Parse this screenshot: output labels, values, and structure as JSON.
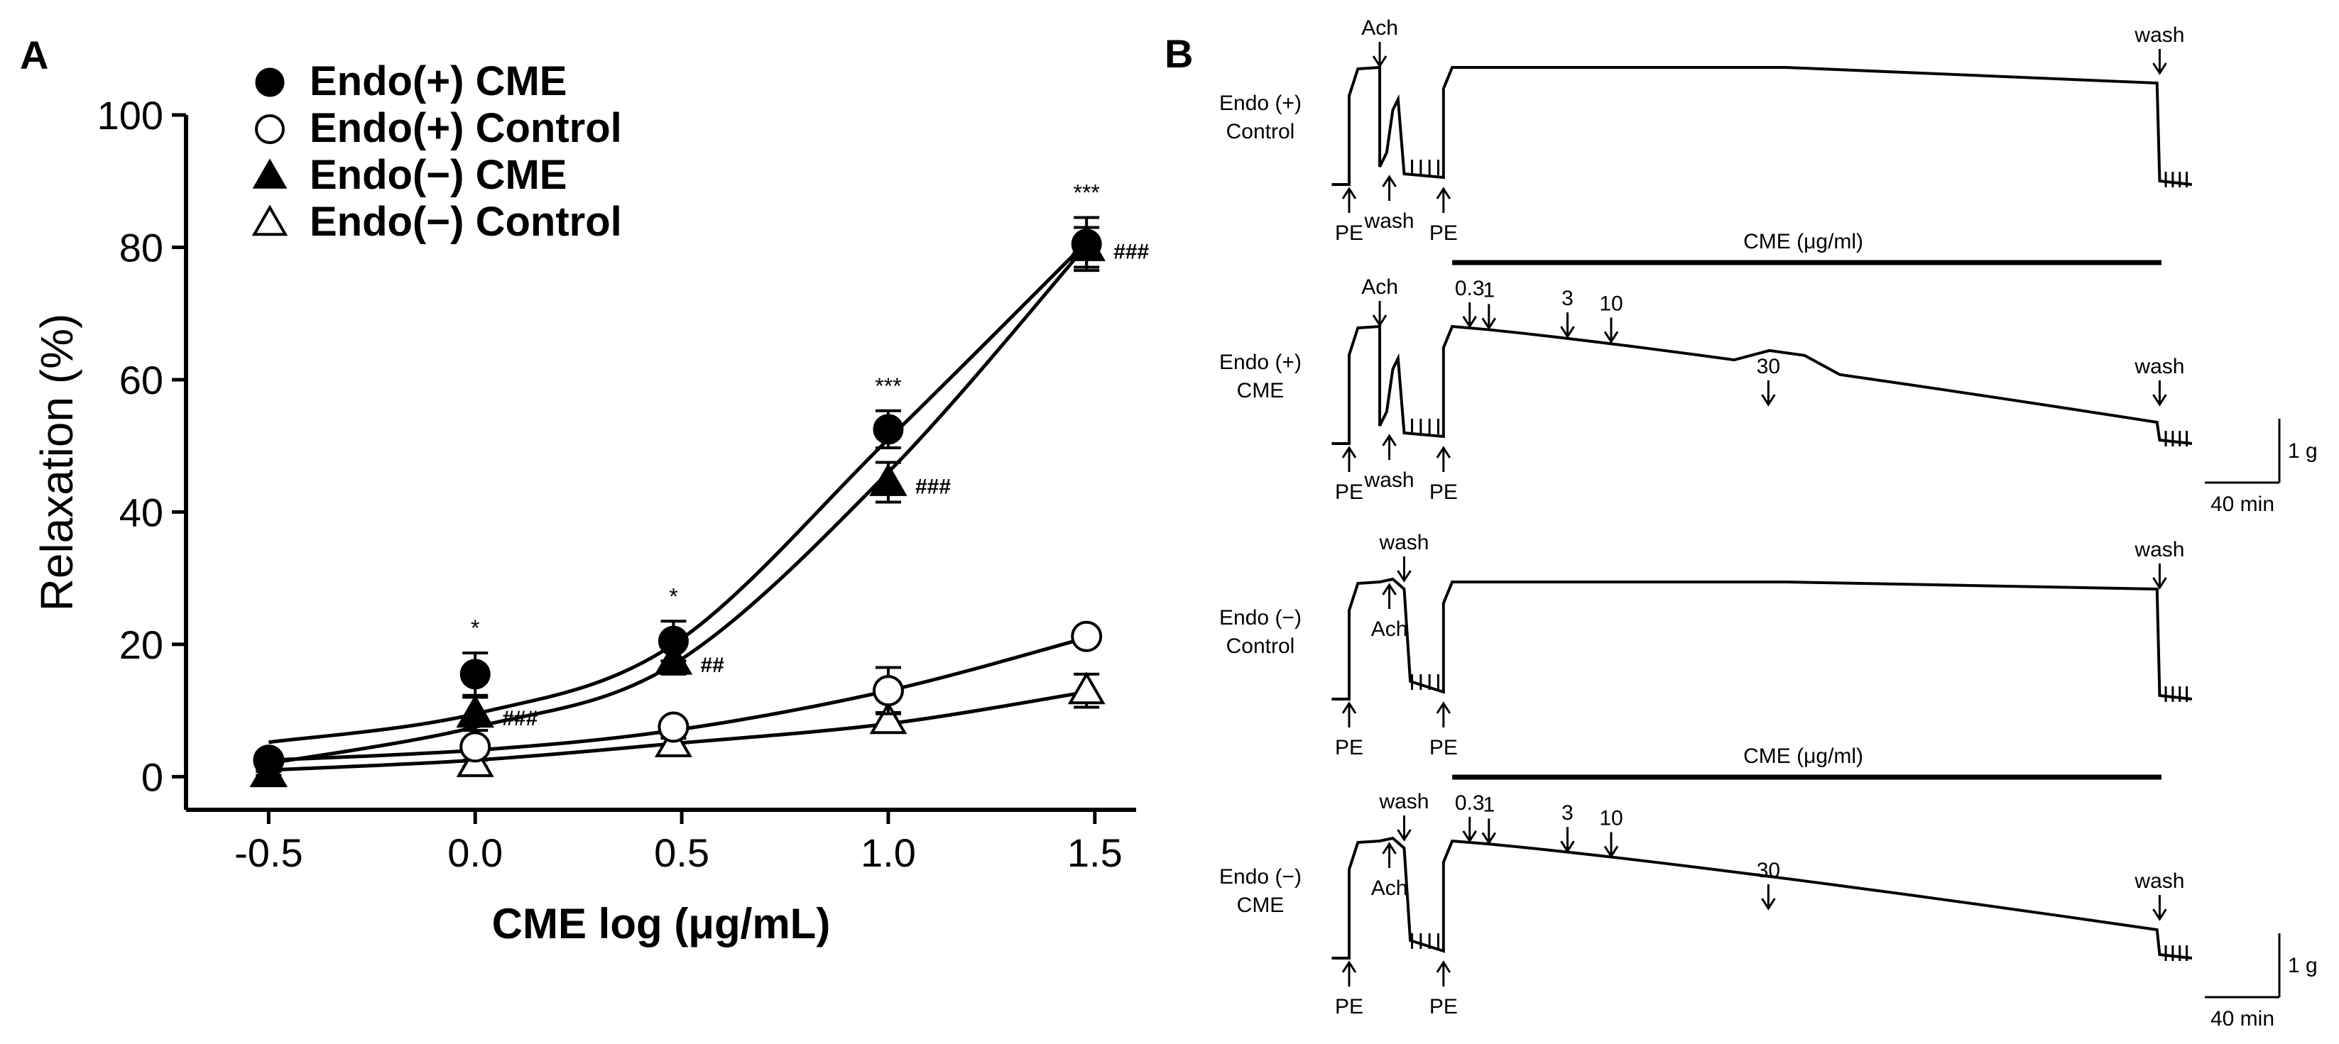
{
  "panels": {
    "a": "A",
    "b": "B"
  },
  "chart_data": {
    "type": "scatter",
    "xlabel": "CME log (μg/mL)",
    "ylabel": "Relaxation (%)",
    "xlim": [
      -0.7,
      1.6
    ],
    "ylim": [
      -5,
      100
    ],
    "xticks": [
      "-0.5",
      "0.0",
      "0.5",
      "1.0",
      "1.5"
    ],
    "yticks": [
      "0",
      "20",
      "40",
      "60",
      "80",
      "100"
    ],
    "legend_position": "top-left",
    "x": [
      -0.5,
      0.0,
      0.48,
      1.0,
      1.48
    ],
    "series": [
      {
        "name": "Endo(+) CME",
        "marker": "filled-circle",
        "values": [
          2.5,
          15.5,
          20.5,
          52.5,
          80.5
        ],
        "errors": [
          1.0,
          3.2,
          3.0,
          2.8,
          4.0
        ],
        "fit": [
          5.2,
          9.5,
          20.0,
          51.0,
          80.8
        ],
        "annotations": [
          "",
          "*",
          "*",
          "***",
          "***"
        ]
      },
      {
        "name": "Endo(+) Control",
        "marker": "open-circle",
        "values": [
          2.5,
          4.5,
          7.5,
          13.0,
          21.2
        ],
        "errors": [
          0.5,
          1.0,
          1.0,
          3.5,
          1.0
        ],
        "fit": [
          2.5,
          4.0,
          7.0,
          13.0,
          21.0
        ],
        "annotations": [
          "",
          "",
          "",
          "",
          ""
        ]
      },
      {
        "name": "Endo(−) CME",
        "marker": "filled-triangle",
        "values": [
          0.5,
          9.5,
          17.5,
          44.5,
          80.0
        ],
        "errors": [
          0.5,
          2.5,
          2.0,
          3.0,
          3.0
        ],
        "fit": [
          2.0,
          7.5,
          17.0,
          46.0,
          80.3
        ],
        "annotations": [
          "",
          "###",
          "##",
          "###",
          "###"
        ]
      },
      {
        "name": "Endo(−) Control",
        "marker": "open-triangle",
        "values": [
          0.5,
          2.0,
          5.0,
          8.5,
          13.0
        ],
        "errors": [
          0.3,
          0.5,
          0.8,
          1.2,
          2.5
        ],
        "fit": [
          1.0,
          2.5,
          5.0,
          8.0,
          12.8
        ],
        "annotations": [
          "",
          "",
          "",
          "",
          ""
        ]
      }
    ]
  },
  "traces": {
    "rows": [
      {
        "label1": "Endo (+)",
        "label2": "Control",
        "top": [
          {
            "text": "Ach",
            "x": 0.035
          },
          {
            "text": "wash",
            "x": 0.928
          }
        ],
        "bottom": [
          {
            "text": "PE",
            "x": 0.0
          },
          {
            "text": "wash",
            "x": 0.046
          },
          {
            "text": "PE",
            "x": 0.108
          }
        ],
        "bar_label": "CME (μg/ml)"
      },
      {
        "label1": "Endo (+)",
        "label2": "CME",
        "top": [
          {
            "text": "Ach",
            "x": 0.035
          },
          {
            "text": "0.3",
            "x": 0.138
          },
          {
            "text": "1",
            "x": 0.16
          },
          {
            "text": "3",
            "x": 0.25
          },
          {
            "text": "10",
            "x": 0.3
          },
          {
            "text": "30",
            "x": 0.48
          },
          {
            "text": "wash",
            "x": 0.928
          }
        ],
        "bottom": [
          {
            "text": "PE",
            "x": 0.0
          },
          {
            "text": "wash",
            "x": 0.046
          },
          {
            "text": "PE",
            "x": 0.108
          }
        ],
        "scale_v": "1 g",
        "scale_h": "40 min"
      },
      {
        "label1": "Endo (−)",
        "label2": "Control",
        "top": [
          {
            "text": "wash",
            "x": 0.063
          },
          {
            "text": "wash",
            "x": 0.928
          }
        ],
        "bottom": [
          {
            "text": "PE",
            "x": 0.0
          },
          {
            "text": "Ach",
            "x": 0.046
          },
          {
            "text": "PE",
            "x": 0.108
          }
        ],
        "bar_label": "CME (μg/ml)"
      },
      {
        "label1": "Endo (−)",
        "label2": "CME",
        "top": [
          {
            "text": "wash",
            "x": 0.063
          },
          {
            "text": "0.3",
            "x": 0.138
          },
          {
            "text": "1",
            "x": 0.16
          },
          {
            "text": "3",
            "x": 0.25
          },
          {
            "text": "10",
            "x": 0.3
          },
          {
            "text": "30",
            "x": 0.48
          },
          {
            "text": "wash",
            "x": 0.928
          }
        ],
        "bottom": [
          {
            "text": "PE",
            "x": 0.0
          },
          {
            "text": "Ach",
            "x": 0.046
          },
          {
            "text": "PE",
            "x": 0.108
          }
        ],
        "scale_v": "1 g",
        "scale_h": "40 min"
      }
    ]
  }
}
